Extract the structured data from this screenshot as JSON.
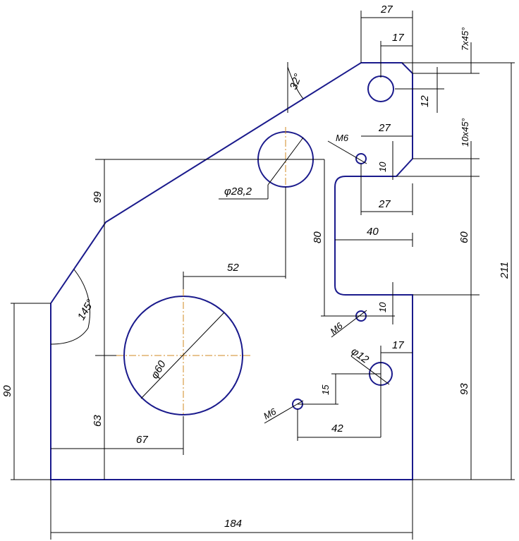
{
  "dims": {
    "top_width": "27",
    "top_hole_offset": "17",
    "chamfer_top": "7x45°",
    "chamfer_mid": "10x45°",
    "top_hole_drop": "12",
    "slope_angle": "32°",
    "thread_upper": "M6",
    "thread_upper_offset": "27",
    "thread_upper_height": "10",
    "slot_top_width": "27",
    "hole_dia_small": "φ28,2",
    "left_height": "99",
    "slot_depth": "40",
    "slot_height": "80",
    "slot_right_height": "60",
    "total_height": "211",
    "hole_spacing": "52",
    "corner_angle": "145°",
    "thread_lower": "M6",
    "thread_lower_height": "10",
    "small_hole_dia": "φ12",
    "small_hole_offset": "17",
    "left_edge_height": "90",
    "big_hole_dia": "φ60",
    "big_hole_height": "63",
    "right_lower_height": "93",
    "thread_bottom": "M6",
    "thread_bottom_height": "15",
    "bottom_hole_spacing": "42",
    "big_hole_offset": "67",
    "total_width": "184"
  }
}
